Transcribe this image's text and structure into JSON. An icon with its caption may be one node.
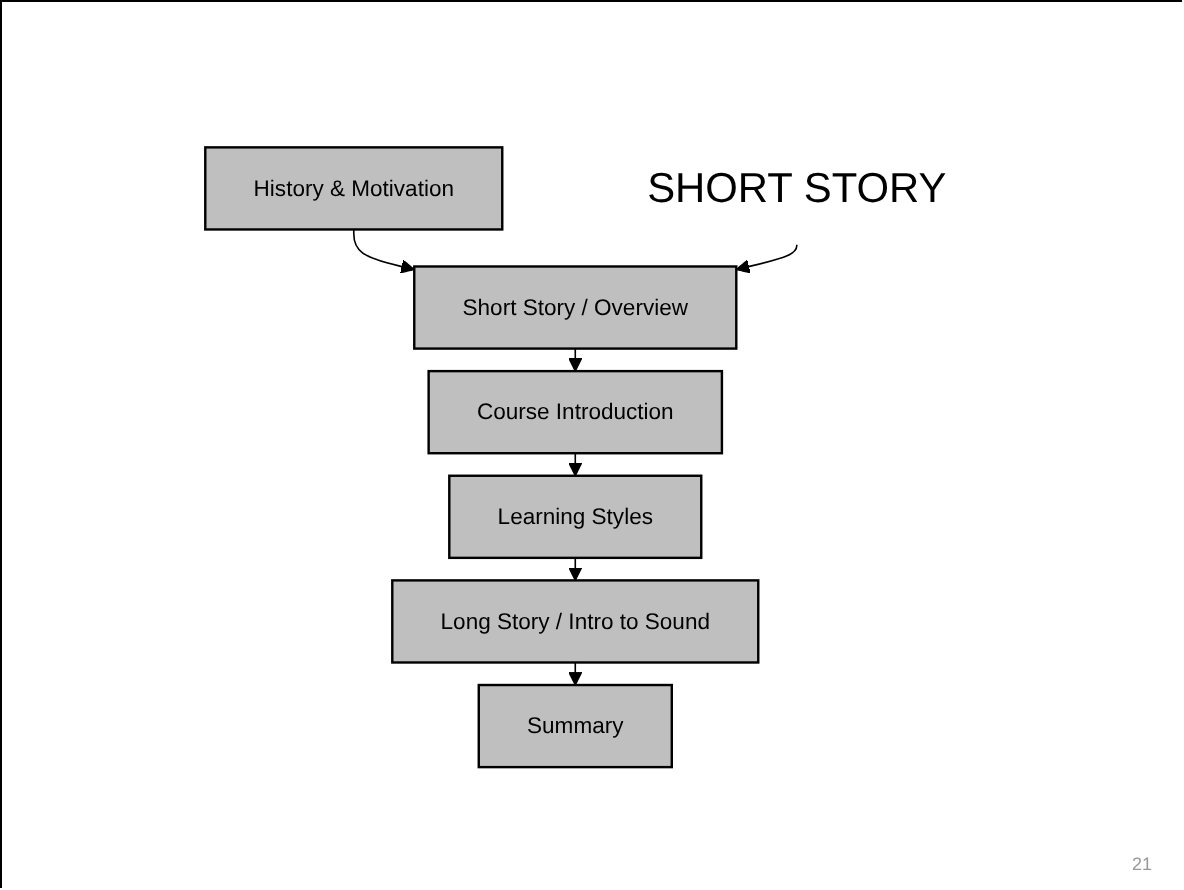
{
  "diagram": {
    "nodes": [
      {
        "text": [
          "History & Motivation"
        ]
      },
      {
        "text": [
          "Short Story / Overview"
        ]
      },
      {
        "text": [
          "Course Introduction"
        ]
      },
      {
        "text": [
          "Learning Styles"
        ]
      },
      {
        "text": [
          "Long Story / Intro to Sound"
        ]
      },
      {
        "text": [
          "Summary"
        ]
      },
      {
        "text": [
          "SHORT STORY"
        ]
      }
    ],
    "edges": [
      {
        "from": 0,
        "to": 1,
        "arrow": "to"
      },
      {
        "from": 1,
        "to": 2,
        "arrow": "to"
      },
      {
        "from": 2,
        "to": 3,
        "arrow": "to"
      },
      {
        "from": 3,
        "to": 4,
        "arrow": "to"
      },
      {
        "from": 4,
        "to": 5,
        "arrow": "to"
      },
      {
        "from": 6,
        "to": 1,
        "arrow": "to"
      }
    ],
    "labels": [
      "21"
    ]
  }
}
